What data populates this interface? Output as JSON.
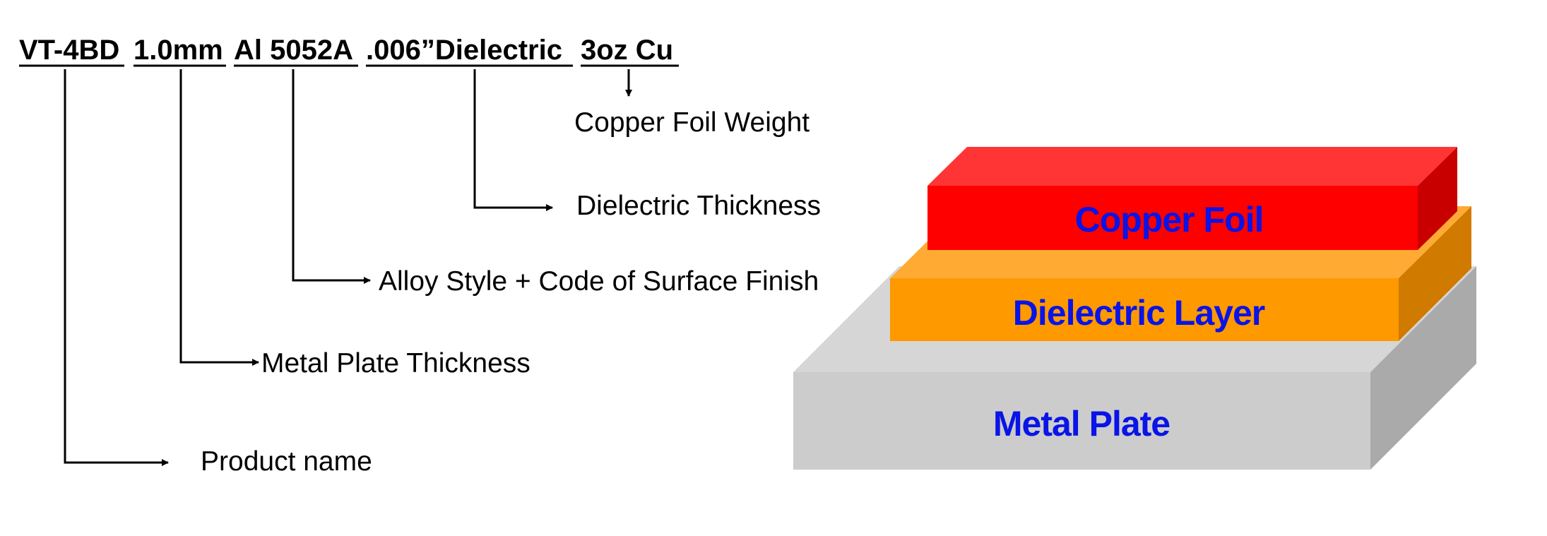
{
  "part_number": {
    "product": "VT-4BD",
    "thickness": "1.0mm",
    "alloy": "Al 5052A",
    "dielectric": ".006”Dielectric",
    "copper": "3oz Cu"
  },
  "descriptions": {
    "copper_weight": "Copper Foil Weight",
    "dielectric_thickness": "Dielectric Thickness",
    "alloy_finish": "Alloy Style + Code of Surface Finish",
    "metal_thickness": "Metal Plate Thickness",
    "product_name": "Product name"
  },
  "layers": {
    "copper": "Copper Foil",
    "dielectric": "Dielectric Layer",
    "metal": "Metal Plate"
  },
  "colors": {
    "label_blue": "#0a14e6",
    "copper_front": "#ff0000",
    "copper_top": "#ff3535",
    "copper_side": "#c80000",
    "dielectric_front": "#ff9900",
    "dielectric_top": "#ffaa33",
    "dielectric_side": "#d07a00",
    "metal_front": "#cccccc",
    "metal_top": "#d6d6d6",
    "metal_side": "#aaaaaa"
  }
}
